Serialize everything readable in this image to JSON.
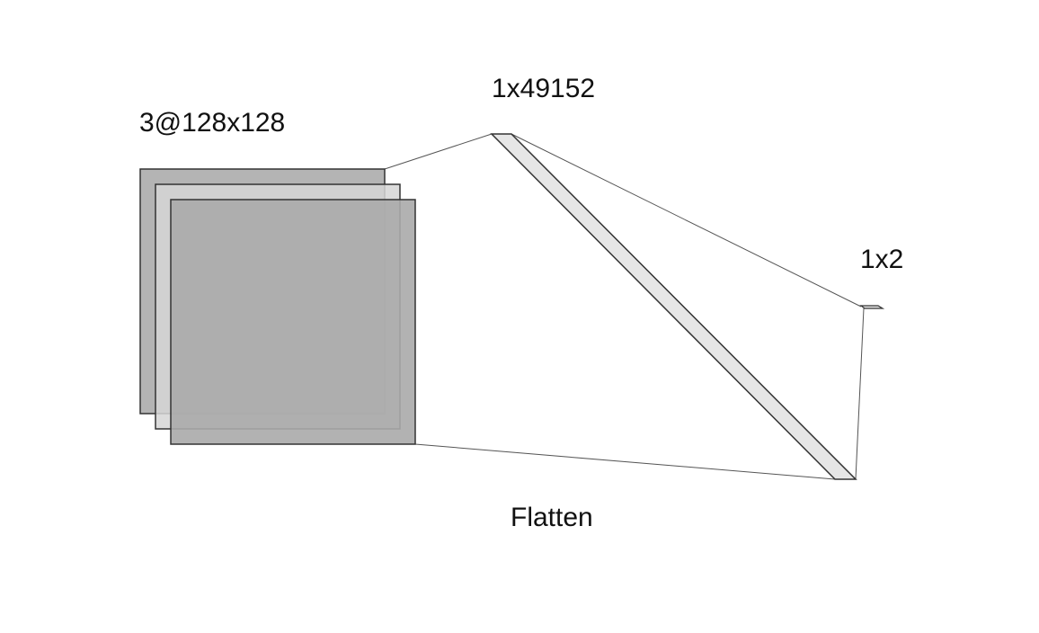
{
  "diagram": {
    "input_label": "3@128x128",
    "flatten_size_label": "1x49152",
    "output_label": "1x2",
    "operation_label": "Flatten"
  },
  "colors": {
    "map_back": "#b0b0b0",
    "map_middle": "#d6d6d6",
    "map_front": "#aaaaaa",
    "vector_fill": "#e6e6e6",
    "stroke": "#333333",
    "connector": "#555555"
  }
}
